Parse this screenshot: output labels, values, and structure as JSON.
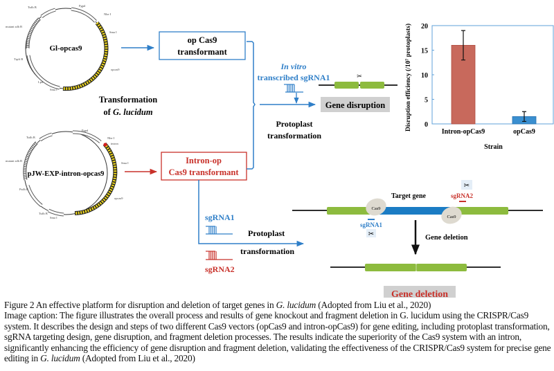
{
  "plasmids": {
    "top": {
      "name": "Gl-opcas9",
      "labels": [
        "Pgpd",
        "Nhe I",
        "Sma I",
        "opcas9",
        "Sma I",
        "Lpd",
        "Trpfi B",
        "Tsdh B",
        "mutant sdh B"
      ]
    },
    "bottom": {
      "name": "pJW-EXP-intron-opcas9",
      "labels": [
        "Pgpd",
        "Nhe I",
        "intron",
        "Sma I",
        "opcas9",
        "Sma I",
        "Tsdh B",
        "Psdh B",
        "mutant sdh B",
        "Tsdh B"
      ]
    }
  },
  "transformation_label": {
    "line1": "Transformation",
    "line2_prefix": "of ",
    "line2_italic": "G. lucidum"
  },
  "boxes": {
    "op_cas9": {
      "line1": "op Cas9",
      "line2": "transformant"
    },
    "intron_op": {
      "line1": "Intron-op",
      "line2": "Cas9 transformant"
    }
  },
  "disruption": {
    "invitro_line1": "In vitro",
    "invitro_line2": "transcribed sgRNA1",
    "protoplast_line1": "Protoplast",
    "protoplast_line2": "transformation",
    "result_label": "Gene disruption"
  },
  "deletion": {
    "sgrna1": "sgRNA1",
    "sgrna2": "sgRNA2",
    "protoplast_line1": "Protoplast",
    "protoplast_line2": "transformation",
    "target_gene": "Target gene",
    "cas9": "Cas9",
    "gene_deletion_step": "Gene deletion",
    "result_label": "Gene deletion"
  },
  "colors": {
    "blue": "#2f7fc8",
    "red": "#c8312a",
    "gene_green": "#8dbb3e",
    "target_blue": "#1b7cc4",
    "cas9": "#dedad0",
    "label_bg": "#d0d0d0",
    "plasmid_yellow": "#f0d81c"
  },
  "chart_data": {
    "type": "bar",
    "categories": [
      "Intron-opCas9",
      "opCas9"
    ],
    "values": [
      16,
      1.5
    ],
    "errors": [
      3,
      1
    ],
    "colors": [
      "#c8695c",
      "#3a8fd0"
    ],
    "title": "",
    "xlabel": "Strain",
    "ylabel": "Disruption efficiency (/10⁷ protoplasts)",
    "ylim": [
      0,
      20
    ],
    "yticks": [
      0,
      5,
      10,
      15,
      20
    ],
    "grid": false
  },
  "caption": {
    "line1_a": "Figure 2 An effective platform for disruption and deletion of target genes in ",
    "line1_italic": "G. lucidum",
    "line1_b": " (Adopted from Liu et al., 2020)",
    "body": "Image caption: The figure illustrates the overall process and results of gene knockout and fragment deletion in G. lucidum using the CRISPR/Cas9 system. It describes the design and steps of two different Cas9 vectors (opCas9 and intron-opCas9) for gene editing, including protoplast transformation, sgRNA targeting design, gene disruption, and fragment deletion processes. The results indicate the superiority of the Cas9 system with an intron, significantly enhancing the efficiency of gene disruption and fragment deletion, validating the effectiveness of the CRISPR/Cas9 system for precise gene editing in ",
    "body_italic": "G. lucidum",
    "body_end": " (Adopted from Liu et al., 2020)"
  }
}
